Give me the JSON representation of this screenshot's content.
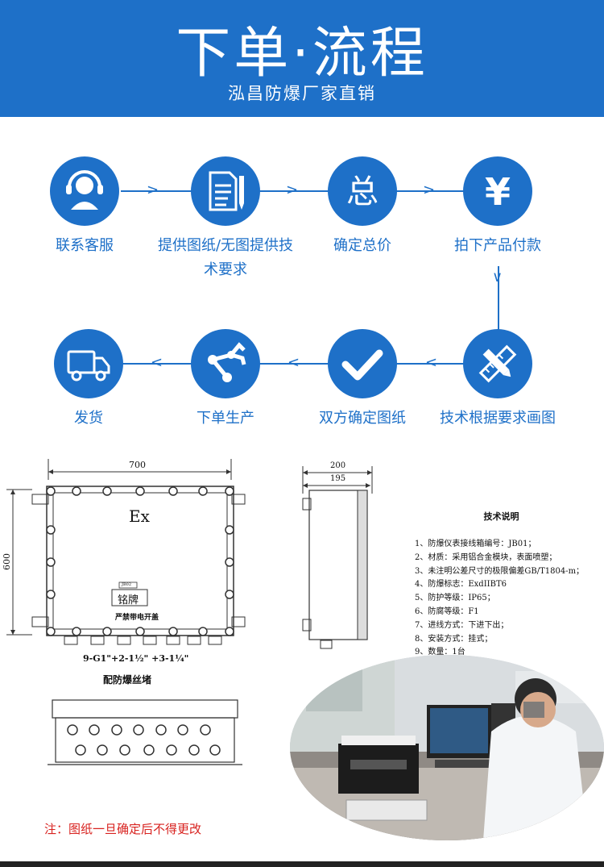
{
  "header": {
    "title": "下单·流程",
    "subtitle": "泓昌防爆厂家直销",
    "color": "#1e70c8"
  },
  "steps": [
    {
      "label": "联系客服",
      "icon": "headset-icon"
    },
    {
      "label": "提供图纸/无图提供技术要求",
      "icon": "document-pen-icon"
    },
    {
      "label": "确定总价",
      "icon": "total-char-icon",
      "glyph": "总"
    },
    {
      "label": "拍下产品付款",
      "icon": "yen-icon",
      "glyph": "¥"
    },
    {
      "label": "技术根据要求画图",
      "icon": "pencil-ruler-icon"
    },
    {
      "label": "双方确定图纸",
      "icon": "checkmark-icon"
    },
    {
      "label": "下单生产",
      "icon": "robot-arm-icon"
    },
    {
      "label": "发货",
      "icon": "truck-icon"
    }
  ],
  "drawing": {
    "width_dim": "700",
    "height_dim": "600",
    "side_dim_outer": "200",
    "side_dim_inner": "195",
    "ex_mark": "Ex",
    "nameplate_tag": "JB02",
    "nameplate": "铭牌",
    "warning": "严禁带电开盖",
    "thread_spec": "9-G1\"+2-1½\" +3-1¼\"",
    "plug_note": "配防爆丝堵"
  },
  "tech_spec": {
    "title": "技术说明",
    "items": [
      "1、防爆仪表接线箱编号：JB01；",
      "2、材质：采用铝合金模块，表面喷塑；",
      "3、未注明公差尺寸的极限偏差GB/T1804-m；",
      "4、防爆标志：ExdIIBT6",
      "5、防护等级：IP65；",
      "6、防腐等级：F1",
      "7、进线方式：下进下出；",
      "8、安装方式：挂式；",
      "9、数量：1台"
    ]
  },
  "note": "注：图纸一旦确定后不得更改",
  "colors": {
    "accent": "#1e70c8",
    "note": "#d8221f"
  }
}
